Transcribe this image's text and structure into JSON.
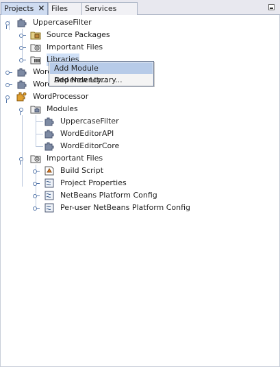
{
  "tabs": [
    {
      "label": "Projects",
      "active": true
    },
    {
      "label": "Files",
      "active": false
    },
    {
      "label": "Services",
      "active": false
    }
  ],
  "close_glyph": "✕",
  "tree": {
    "uppercase_filter": "UppercaseFilter",
    "source_packages": "Source Packages",
    "important_files_1": "Important Files",
    "libraries": "Libraries",
    "word_editor_api_partial": "Word",
    "word_editor_core_partial": "WordEditorCore",
    "word_processor": "WordProcessor",
    "modules": "Modules",
    "module_items": [
      "UppercaseFilter",
      "WordEditorAPI",
      "WordEditorCore"
    ],
    "important_files_2": "Important Files",
    "files": [
      "Build Script",
      "Project Properties",
      "NetBeans Platform Config",
      "Per-user NetBeans Platform Config"
    ]
  },
  "context_menu": {
    "items": [
      "Add Module Dependency...",
      "Add New Library..."
    ]
  },
  "colors": {
    "selection": "#cfe0f7",
    "menu_highlight": "#b7cbe8",
    "puzzle": "#7d8aa3",
    "suite": "#e0a030"
  },
  "icons": [
    "puzzle-icon",
    "package-folder-icon",
    "important-files-folder-icon",
    "libraries-folder-icon",
    "suite-icon",
    "modules-folder-icon",
    "build-script-icon",
    "properties-file-icon"
  ]
}
